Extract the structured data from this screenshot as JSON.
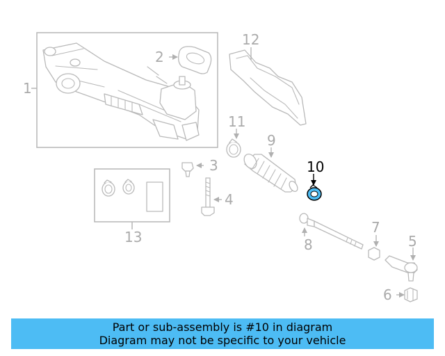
{
  "callouts": {
    "c1": "1",
    "c2": "2",
    "c3": "3",
    "c4": "4",
    "c5": "5",
    "c6": "6",
    "c7": "7",
    "c8": "8",
    "c9": "9",
    "c10": "10",
    "c11": "11",
    "c12": "12",
    "c13": "13"
  },
  "highlight": {
    "part_number": "10",
    "color": "#4dbcf4"
  },
  "banner": {
    "line1": "Part or sub-assembly is #10 in diagram",
    "line2": "Diagram may not be specific to your vehicle"
  }
}
